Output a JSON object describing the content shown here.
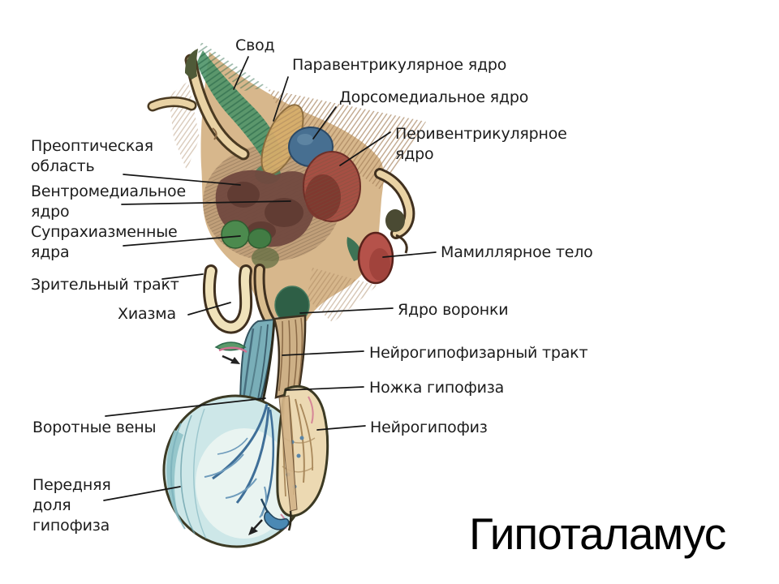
{
  "title": {
    "text": "Гипоталамус"
  },
  "labels": [
    {
      "id": "fornix",
      "text": "Свод"
    },
    {
      "id": "paraventricular",
      "text": "Паравентрикулярное ядро"
    },
    {
      "id": "dorsomedial",
      "text": "Дорсомедиальное ядро"
    },
    {
      "id": "periventricular",
      "text": "Перивентрикулярное\nядро"
    },
    {
      "id": "preoptic",
      "text": "Преоптическая\nобласть"
    },
    {
      "id": "ventromedial",
      "text": "Вентромедиальное\nядро"
    },
    {
      "id": "suprachiasmatic",
      "text": "Супрахиазменные\nядра"
    },
    {
      "id": "optic-tract",
      "text": "Зрительный тракт"
    },
    {
      "id": "chiasm",
      "text": "Хиазма"
    },
    {
      "id": "mamillary-body",
      "text": "Мамиллярное тело"
    },
    {
      "id": "infundibular-nucleus",
      "text": "Ядро воронки"
    },
    {
      "id": "neurohypophyseal-tract",
      "text": "Нейрогипофизарный тракт"
    },
    {
      "id": "pituitary-stalk",
      "text": "Ножка гипофиза"
    },
    {
      "id": "neurohypophysis",
      "text": "Нейрогипофиз"
    },
    {
      "id": "portal-veins",
      "text": "Воротные вены"
    },
    {
      "id": "anterior-lobe",
      "text": "Передняя\nдоля\nгипофиза"
    }
  ],
  "colors": {
    "label_text": "#1c1c1c",
    "title_text": "#000000",
    "leader_line": "#151515",
    "tissue_tan": "#d7b78c",
    "tissue_cream": "#f0e2ba",
    "outline_brown": "#3e3120",
    "fornix_green": "#4e9468",
    "nucleus_blue": "#476f91",
    "nucleus_red": "#a64f43",
    "central_maroon": "#71493f",
    "nucleus_green": "#4c8a4e",
    "mamillary_red": "#b5524a",
    "infundibular_green": "#2e5f46",
    "anterior_lobe_blue": "#cde7e8",
    "vein_blue": "#3f6f98",
    "neurohypophysis_tan": "#ecd9b2",
    "stalk_teal": "#79aeb8",
    "pink_accent": "#cf7090"
  }
}
